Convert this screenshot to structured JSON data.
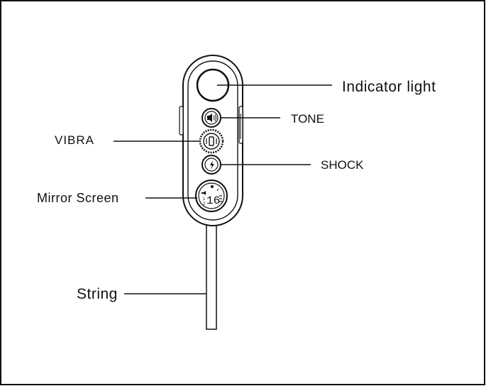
{
  "labels": {
    "indicator_light": "Indicator light",
    "tone": "TONE",
    "vibra": "VIBRA",
    "shock": "SHOCK",
    "mirror_screen": "Mirror Screen",
    "string": "String"
  },
  "screen_readout": {
    "digits": "16"
  },
  "colors": {
    "line": "#111111",
    "background": "#ffffff"
  },
  "icons": {
    "tone": "speaker-icon",
    "vibra": "vibration-icon",
    "shock": "lightning-icon"
  }
}
